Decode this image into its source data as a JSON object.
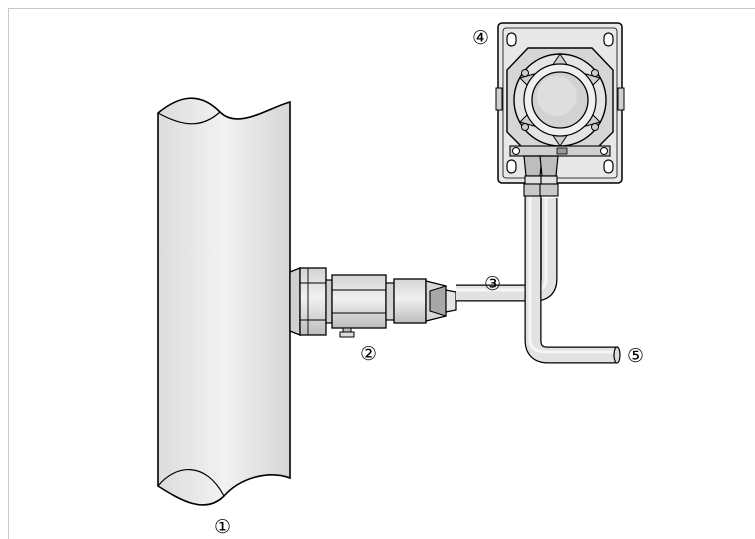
{
  "callouts": {
    "pipe": "①",
    "sensor": "②",
    "cable": "③",
    "housing": "④",
    "output_cable": "⑤"
  },
  "colors": {
    "outline": "#000000",
    "light_fill": "#e6e6e6",
    "mid_fill": "#c8c8c8",
    "dark_fill": "#a8a8a8",
    "frame": "#c8c8c8"
  }
}
